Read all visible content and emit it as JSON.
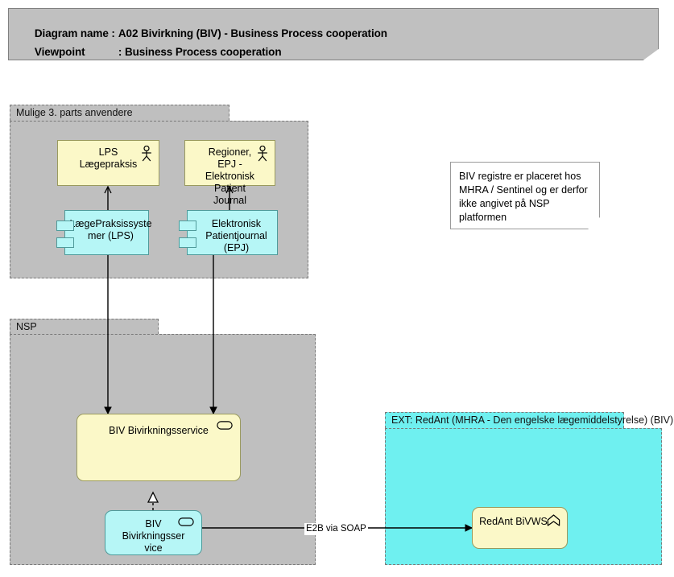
{
  "header": {
    "line1_key": "Diagram name :",
    "line1_value": "A02 Bivirkning (BIV) - Business Process cooperation",
    "line2_key": "Viewpoint",
    "line2_value": ": Business Process cooperation"
  },
  "groups": [
    {
      "id": "mulige",
      "label": "Mulige 3. parts anvendere",
      "fill": "#bfbfbf"
    },
    {
      "id": "nsp",
      "label": "NSP",
      "fill": "#bfbfbf"
    },
    {
      "id": "ext",
      "label": "EXT: RedAnt (MHRA - Den engelske lægemiddelstyrelse) (BIV)",
      "fill": "#6ff0f0"
    }
  ],
  "nodes": [
    {
      "id": "lps-actor",
      "label": "LPS\nLægepraksis",
      "icon": "actor-icon",
      "fill": "#fbf8c8"
    },
    {
      "id": "regioner-actor",
      "label": "Regioner, EPJ -\nElektronisk\nPatient Journal",
      "icon": "actor-icon",
      "fill": "#fbf8c8"
    },
    {
      "id": "lps-component",
      "label": "LægePraksissyste\nmer (LPS)",
      "icon": "component-icon",
      "fill": "#b6f6f6"
    },
    {
      "id": "epj-component",
      "label": "Elektronisk\nPatientjournal\n(EPJ)",
      "icon": "component-icon",
      "fill": "#b6f6f6"
    },
    {
      "id": "biv-service-yellow",
      "label": "BIV Bivirkningsservice",
      "icon": "oval-icon",
      "fill": "#fbf8c8"
    },
    {
      "id": "biv-service-cyan",
      "label": "BIV\nBivirkningsser\nvice",
      "icon": "oval-icon",
      "fill": "#b6f6f6"
    },
    {
      "id": "redant-bivws",
      "label": "RedAnt BiVWS",
      "icon": "function-icon",
      "fill": "#fbf8c8"
    }
  ],
  "note": {
    "text": "BIV registre er placeret hos\nMHRA / Sentinel og er derfor\nikke angivet på NSP platformen"
  },
  "connections": [
    {
      "id": "e2b",
      "label": "E2B via SOAP"
    }
  ]
}
